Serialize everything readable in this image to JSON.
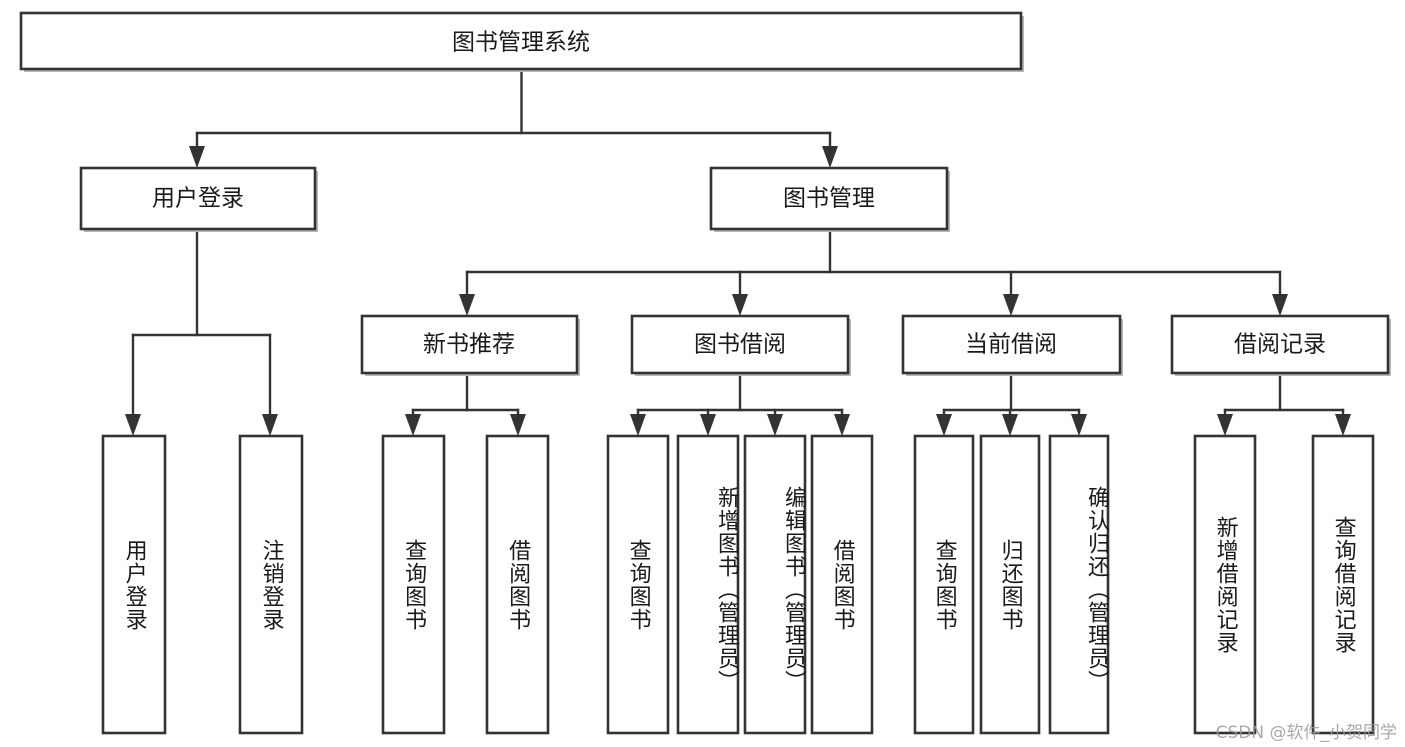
{
  "diagram": {
    "type": "tree-hierarchy-diagram",
    "title": "图书管理系统",
    "watermark": "CSDN @软件_小贺同学",
    "colors": {
      "background": "#ffffff",
      "box_fill": "#ffffff",
      "box_stroke": "#333333",
      "text": "#1a1a1a",
      "watermark": "#9a9a9a"
    },
    "levels": {
      "root": {
        "label": "图书管理系统",
        "orientation": "horizontal"
      },
      "level2": [
        {
          "id": "user-login",
          "label": "用户登录",
          "orientation": "horizontal"
        },
        {
          "id": "book-management",
          "label": "图书管理",
          "orientation": "horizontal"
        }
      ],
      "level3": [
        {
          "id": "new-book-recommend",
          "label": "新书推荐",
          "orientation": "horizontal",
          "parent": "book-management"
        },
        {
          "id": "book-borrow",
          "label": "图书借阅",
          "orientation": "horizontal",
          "parent": "book-management"
        },
        {
          "id": "current-borrow",
          "label": "当前借阅",
          "orientation": "horizontal",
          "parent": "book-management"
        },
        {
          "id": "borrow-record",
          "label": "借阅记录",
          "orientation": "horizontal",
          "parent": "book-management"
        }
      ],
      "leaves": [
        {
          "id": "leaf-user-login",
          "label": "用户登录",
          "parent": "user-login",
          "orientation": "vertical"
        },
        {
          "id": "leaf-user-logout",
          "label": "注销登录",
          "parent": "user-login",
          "orientation": "vertical"
        },
        {
          "id": "leaf-query-book-1",
          "label": "查询图书",
          "parent": "new-book-recommend",
          "orientation": "vertical"
        },
        {
          "id": "leaf-borrow-book-1",
          "label": "借阅图书",
          "parent": "new-book-recommend",
          "orientation": "vertical"
        },
        {
          "id": "leaf-query-book-2",
          "label": "查询图书",
          "parent": "book-borrow",
          "orientation": "vertical"
        },
        {
          "id": "leaf-add-book",
          "label": "新增图书（管理员）",
          "parent": "book-borrow",
          "orientation": "vertical"
        },
        {
          "id": "leaf-edit-book",
          "label": "编辑图书（管理员）",
          "parent": "book-borrow",
          "orientation": "vertical"
        },
        {
          "id": "leaf-borrow-book-2",
          "label": "借阅图书",
          "parent": "book-borrow",
          "orientation": "vertical"
        },
        {
          "id": "leaf-query-book-3",
          "label": "查询图书",
          "parent": "current-borrow",
          "orientation": "vertical"
        },
        {
          "id": "leaf-return-book",
          "label": "归还图书",
          "parent": "current-borrow",
          "orientation": "vertical"
        },
        {
          "id": "leaf-confirm-return",
          "label": "确认归还（管理员）",
          "parent": "current-borrow",
          "orientation": "vertical"
        },
        {
          "id": "leaf-add-record",
          "label": "新增借阅记录",
          "parent": "borrow-record",
          "orientation": "vertical"
        },
        {
          "id": "leaf-query-record",
          "label": "查询借阅记录",
          "parent": "borrow-record",
          "orientation": "vertical"
        }
      ]
    }
  }
}
